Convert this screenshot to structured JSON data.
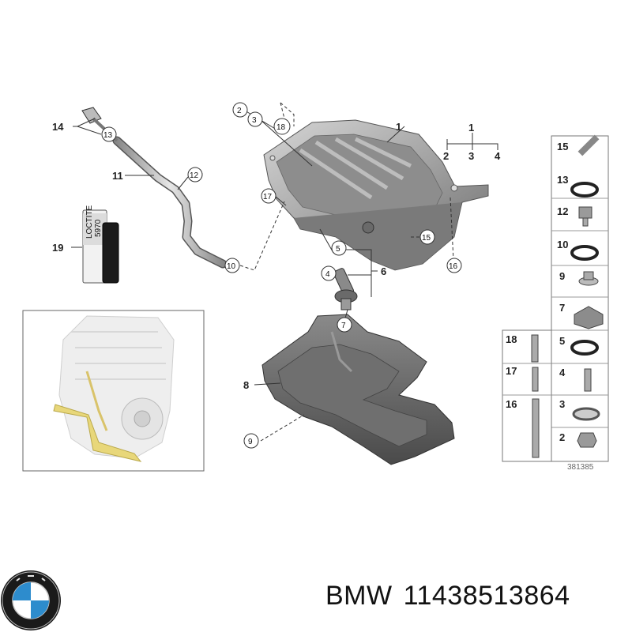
{
  "callouts": [
    "1",
    "2",
    "3",
    "4",
    "5",
    "6",
    "7",
    "8",
    "9",
    "10",
    "11",
    "12",
    "13",
    "14",
    "15",
    "16",
    "17",
    "18",
    "19"
  ],
  "bracket_labels": {
    "top": "1",
    "left": "2",
    "mid": "3",
    "right": "4"
  },
  "parts_table": {
    "right_column": [
      "15",
      "13",
      "12",
      "10",
      "9",
      "7",
      "5",
      "4",
      "3",
      "2"
    ],
    "left_column": [
      "18",
      "17",
      "16"
    ]
  },
  "sealant": {
    "brand": "LOCTITE",
    "code": "5970"
  },
  "reference_number": "381385",
  "brand_text": "BMW",
  "part_number": "11438513864",
  "colors": {
    "line": "#333333",
    "metal": "#9a9a9a",
    "dark_metal": "#5f5f5f",
    "engine_highlight": "#e8d77a",
    "logo_blue": "#2d8ccd"
  }
}
